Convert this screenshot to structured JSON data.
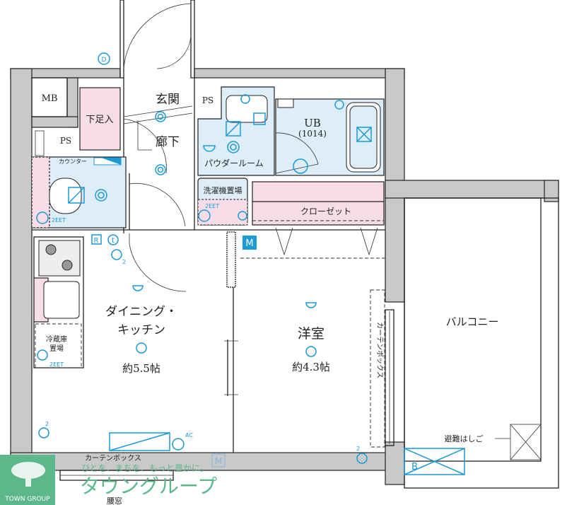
{
  "rooms": {
    "mb": "MB",
    "ps_top": "PS",
    "ps_left": "PS",
    "shoe_storage": "下足入",
    "entrance": "玄関",
    "hallway": "廊下",
    "counter": "カウンター",
    "powder_room": "パウダールーム",
    "ub": "UB",
    "ub_size": "(1014)",
    "washer_space": "洗濯機置場",
    "closet": "クローゼット",
    "dining_line1": "ダイニング・",
    "dining_line2": "キッチン",
    "dining_size": "約5.5帖",
    "western_room": "洋室",
    "western_size": "約4.3帖",
    "curtain_box_vertical": "カーテンボックス",
    "curtain_box_bottom": "カーテンボックス",
    "balcony": "バルコニー",
    "escape_ladder": "避難はしご",
    "fridge_line1": "冷蔵庫",
    "fridge_line2": "置場",
    "waist_window": "腰窓"
  },
  "symbols": {
    "d": "D",
    "m1": "M",
    "m2": "M",
    "r": "R",
    "t": "t",
    "b": "B",
    "ac": "AC",
    "outlet_2eet_1": "2EET",
    "outlet_2eet_2": "2EET",
    "outlet_2eet_3": "2EET",
    "n2a": "2",
    "n2b": "2",
    "n2c": "2"
  },
  "watermark": {
    "logo_text": "TOWN GROUP",
    "tagline": "ひとを、まちを、もっと豊かに。",
    "brand": "タウングループ"
  },
  "colors": {
    "wall": "#c9c9c9",
    "equipment_blue": "#1a9ad6",
    "wet_area": "#ddeef9",
    "storage_pink": "#f7dde7",
    "brand_green": "#5cb88a"
  }
}
